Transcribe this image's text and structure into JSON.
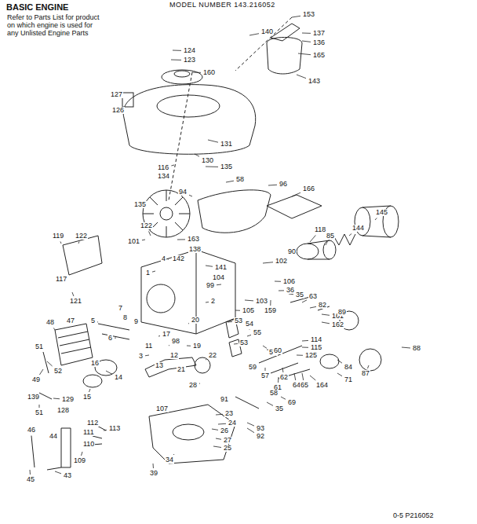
{
  "diagram": {
    "title": "BASIC ENGINE",
    "labels": [
      "MODEL NUMBER 143.216052",
      "Refer to Parts List for product on which engine is used for any Unlisted Engine Parts",
      "153",
      "124",
      "123",
      "160",
      "140",
      "137",
      "136",
      "165",
      "143",
      "127",
      "126",
      "166",
      "131",
      "130",
      "116",
      "135",
      "134",
      "58",
      "96",
      "135",
      "94",
      "145",
      "119",
      "122",
      "122",
      "101",
      "163",
      "118",
      "85",
      "144",
      "90",
      "4",
      "142",
      "138",
      "141",
      "102",
      "1",
      "104",
      "99",
      "106",
      "36",
      "35",
      "117",
      "121",
      "103",
      "159",
      "63",
      "82",
      "161",
      "162",
      "89",
      "2",
      "105",
      "7",
      "8",
      "5",
      "9",
      "47",
      "48",
      "53",
      "54",
      "55",
      "53",
      "56",
      "20",
      "6",
      "17",
      "19",
      "98",
      "51",
      "11",
      "3",
      "12",
      "16",
      "22",
      "114",
      "115",
      "60",
      "88",
      "125",
      "13",
      "21",
      "52",
      "14",
      "84",
      "87",
      "71",
      "59",
      "57",
      "62",
      "64",
      "65",
      "164",
      "61",
      "58",
      "49",
      "139",
      "15",
      "28",
      "129",
      "107",
      "69",
      "35",
      "91",
      "128",
      "51",
      "23",
      "112",
      "113",
      "24",
      "26",
      "111",
      "110",
      "27",
      "25",
      "93",
      "92",
      "44",
      "46",
      "109",
      "34",
      "43",
      "45",
      "39",
      "0-5 P216052"
    ]
  }
}
